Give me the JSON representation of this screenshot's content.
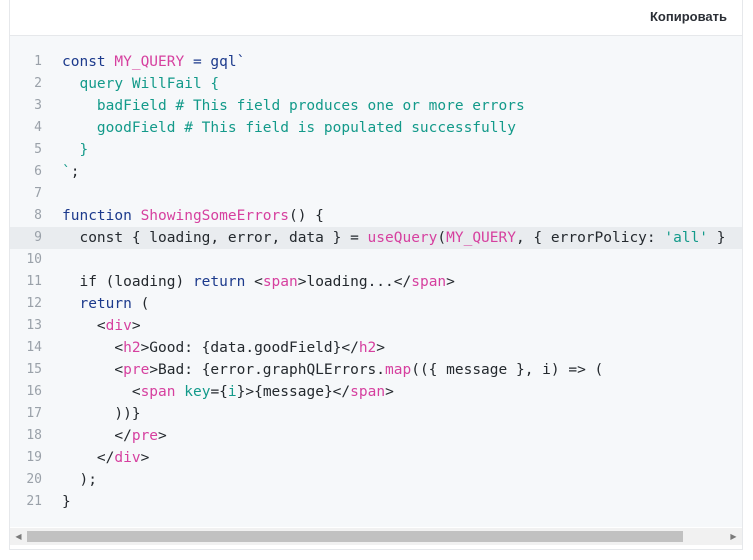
{
  "toolbar": {
    "copy_label": "Копировать"
  },
  "code": {
    "lines": [
      {
        "num": "1",
        "tokens": [
          [
            "const ",
            "kw"
          ],
          [
            "MY_QUERY",
            "pk"
          ],
          [
            " = gql`",
            "kw"
          ]
        ]
      },
      {
        "num": "2",
        "tokens": [
          [
            "  query WillFail {",
            "gr"
          ]
        ]
      },
      {
        "num": "3",
        "tokens": [
          [
            "    badField # This field produces one or more errors",
            "gr"
          ]
        ]
      },
      {
        "num": "4",
        "tokens": [
          [
            "    goodField # This field is populated successfully",
            "gr"
          ]
        ]
      },
      {
        "num": "5",
        "tokens": [
          [
            "  }",
            "gr"
          ]
        ]
      },
      {
        "num": "6",
        "tokens": [
          [
            "`",
            "gr"
          ],
          [
            ";",
            "plain"
          ]
        ]
      },
      {
        "num": "7",
        "tokens": []
      },
      {
        "num": "8",
        "tokens": [
          [
            "function ",
            "kw"
          ],
          [
            "ShowingSomeErrors",
            "pk"
          ],
          [
            "() {",
            "plain"
          ]
        ]
      },
      {
        "num": "9",
        "highlight": true,
        "tokens": [
          [
            "  const { loading, error, data } = ",
            "plain"
          ],
          [
            "useQuery",
            "pk"
          ],
          [
            "(",
            "plain"
          ],
          [
            "MY_QUERY",
            "pk"
          ],
          [
            ", { errorPolicy: ",
            "plain"
          ],
          [
            "'all'",
            "gr"
          ],
          [
            " }",
            "plain"
          ]
        ]
      },
      {
        "num": "10",
        "tokens": []
      },
      {
        "num": "11",
        "tokens": [
          [
            "  if (loading) ",
            "plain"
          ],
          [
            "return",
            "kw"
          ],
          [
            " <",
            "plain"
          ],
          [
            "span",
            "pk"
          ],
          [
            ">loading...</",
            "plain"
          ],
          [
            "span",
            "pk"
          ],
          [
            ">",
            "plain"
          ]
        ]
      },
      {
        "num": "12",
        "tokens": [
          [
            "  ",
            "plain"
          ],
          [
            "return",
            "kw"
          ],
          [
            " (",
            "plain"
          ]
        ]
      },
      {
        "num": "13",
        "tokens": [
          [
            "    <",
            "plain"
          ],
          [
            "div",
            "pk"
          ],
          [
            ">",
            "plain"
          ]
        ]
      },
      {
        "num": "14",
        "tokens": [
          [
            "      <",
            "plain"
          ],
          [
            "h2",
            "pk"
          ],
          [
            ">Good: {data.goodField}</",
            "plain"
          ],
          [
            "h2",
            "pk"
          ],
          [
            ">",
            "plain"
          ]
        ]
      },
      {
        "num": "15",
        "tokens": [
          [
            "      <",
            "plain"
          ],
          [
            "pre",
            "pk"
          ],
          [
            ">Bad: {error.graphQLErrors.",
            "plain"
          ],
          [
            "map",
            "pk"
          ],
          [
            "(({ message }, i) => (",
            "plain"
          ]
        ]
      },
      {
        "num": "16",
        "tokens": [
          [
            "        <",
            "plain"
          ],
          [
            "span",
            "pk"
          ],
          [
            " ",
            "plain"
          ],
          [
            "key",
            "gr"
          ],
          [
            "={",
            "plain"
          ],
          [
            "i",
            "gr"
          ],
          [
            "}>{message}</",
            "plain"
          ],
          [
            "span",
            "pk"
          ],
          [
            ">",
            "plain"
          ]
        ]
      },
      {
        "num": "17",
        "tokens": [
          [
            "      ))}",
            "plain"
          ]
        ]
      },
      {
        "num": "18",
        "tokens": [
          [
            "      </",
            "plain"
          ],
          [
            "pre",
            "pk"
          ],
          [
            ">",
            "plain"
          ]
        ]
      },
      {
        "num": "19",
        "tokens": [
          [
            "    </",
            "plain"
          ],
          [
            "div",
            "pk"
          ],
          [
            ">",
            "plain"
          ]
        ]
      },
      {
        "num": "20",
        "tokens": [
          [
            "  );",
            "plain"
          ]
        ]
      },
      {
        "num": "21",
        "tokens": [
          [
            "}",
            "plain"
          ]
        ]
      }
    ]
  },
  "scrollbar": {
    "left_icon": "arrow-left-icon",
    "right_icon": "arrow-right-icon",
    "thumb_fraction": 0.94
  }
}
